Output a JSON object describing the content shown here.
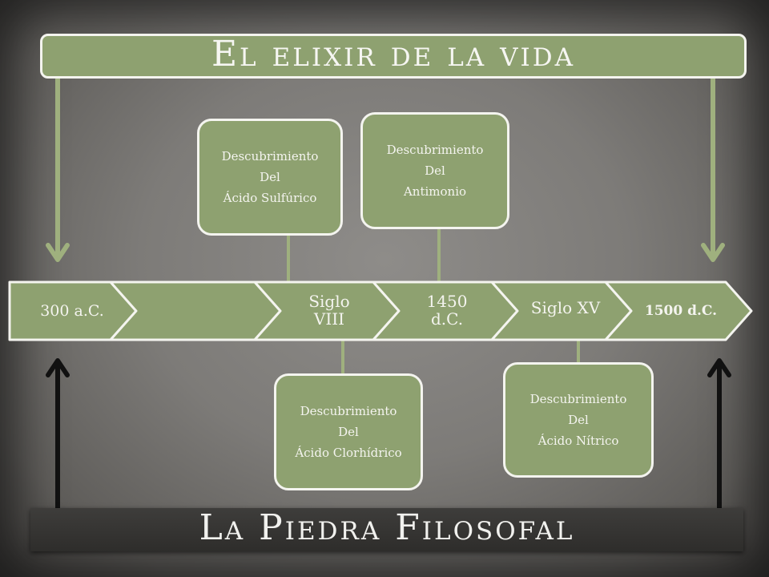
{
  "title": "El elixir de la vida",
  "subtitle": "La Piedra Filosofal",
  "timeline": {
    "segments": [
      {
        "label": "300 a.C."
      },
      {
        "label": ""
      },
      {
        "label": "Siglo VIII"
      },
      {
        "label": "1450 d.C."
      },
      {
        "label": "Siglo XV"
      },
      {
        "label": "1500 d.C."
      }
    ]
  },
  "events": {
    "acido_sulfurico": {
      "line1": "Descubrimiento",
      "line2": "Del",
      "line3": "Ácido Sulfúrico"
    },
    "antimonio": {
      "line1": "Descubrimiento",
      "line2": "Del",
      "line3": "Antimonio"
    },
    "acido_clorhidrico": {
      "line1": "Descubrimiento",
      "line2": "Del",
      "line3": "Ácido Clorhídrico"
    },
    "acido_nitrico": {
      "line1": "Descubrimiento",
      "line2": "Del",
      "line3": "Ácido Nítrico"
    }
  },
  "colors": {
    "green": "#8ea170",
    "border": "#f4f4ef",
    "banner_dark": "#2e2d2b",
    "arrow_dark": "#111111"
  }
}
